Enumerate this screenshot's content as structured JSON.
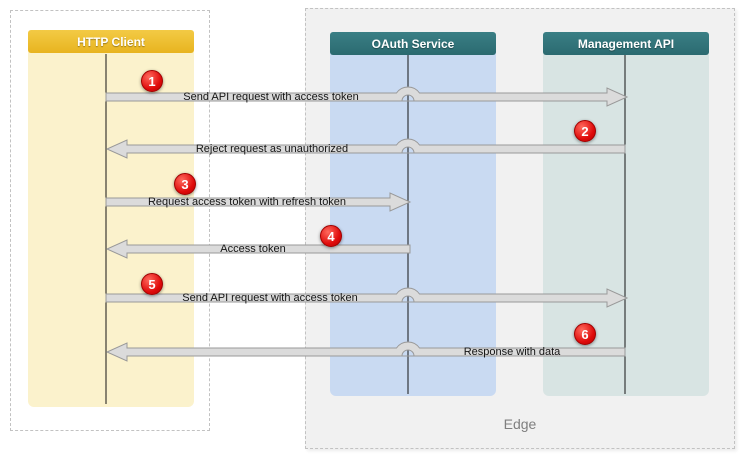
{
  "diagram": {
    "actors": [
      {
        "id": "http-client",
        "title": "HTTP Client"
      },
      {
        "id": "oauth-service",
        "title": "OAuth Service"
      },
      {
        "id": "management-api",
        "title": "Management API"
      }
    ],
    "group_label": "Edge",
    "messages": [
      {
        "step": "1",
        "label": "Send API request with access token",
        "from": "HTTP Client",
        "to": "Management API",
        "direction": "right"
      },
      {
        "step": "2",
        "label": "Reject request as unauthorized",
        "from": "Management API",
        "to": "HTTP Client",
        "direction": "left"
      },
      {
        "step": "3",
        "label": "Request access token with refresh token",
        "from": "HTTP Client",
        "to": "OAuth Service",
        "direction": "right"
      },
      {
        "step": "4",
        "label": "Access token",
        "from": "OAuth Service",
        "to": "HTTP Client",
        "direction": "left"
      },
      {
        "step": "5",
        "label": "Send API request with access token",
        "from": "HTTP Client",
        "to": "Management API",
        "direction": "right"
      },
      {
        "step": "6",
        "label": "Response with data",
        "from": "Management API",
        "to": "HTTP Client",
        "direction": "left"
      }
    ],
    "colors": {
      "client_header": "#EAB722",
      "client_lane": "#FBF2CC",
      "service_header": "#316F75",
      "service_lane": "#C9DAF2",
      "api_lane": "#D8E4E3",
      "badge": "#DF0B0B",
      "arrow_fill": "#DBDBDB",
      "arrow_border": "#999999",
      "edge_background": "#F1F1F1"
    }
  }
}
